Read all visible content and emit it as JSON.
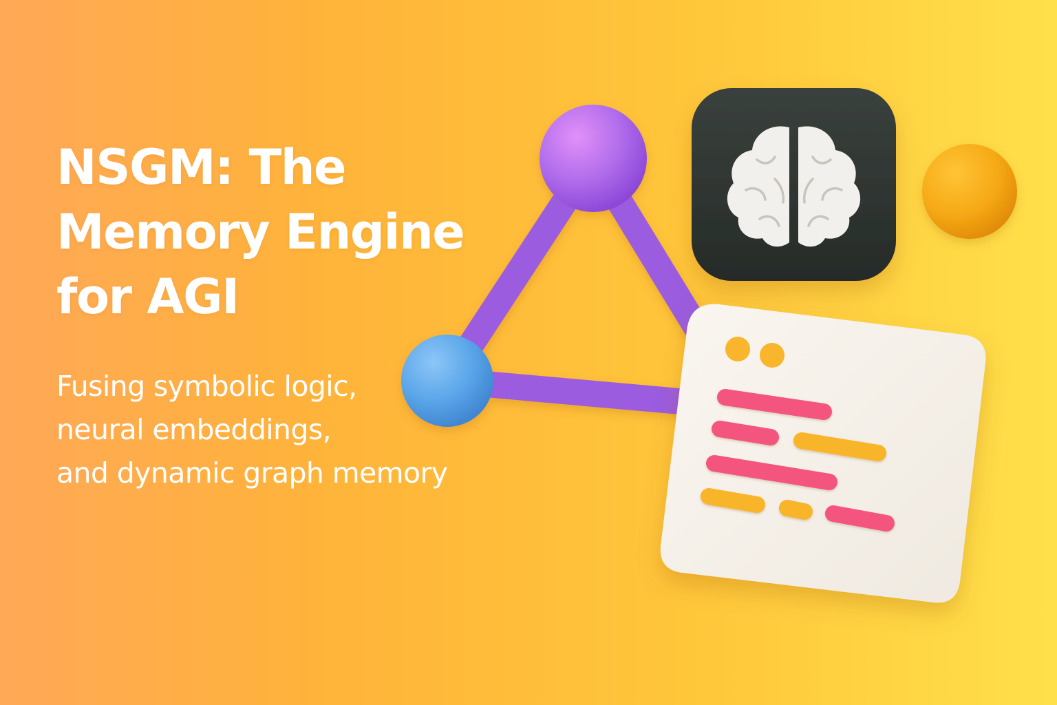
{
  "hero": {
    "title_lines": [
      "NSGM: The",
      "Memory Engine",
      "for AGI"
    ],
    "subtitle_lines": [
      "Fusing symbolic logic,",
      "neural embeddings,",
      "and dynamic graph memory"
    ]
  },
  "colors": {
    "background_start": "#FFA857",
    "background_end": "#FFE04A",
    "graph_edge": "#9B5BE0",
    "node_purple": "#B06CEB",
    "node_blue": "#5BA6EA",
    "node_orange": "#F6A915",
    "brain_tile": "#2F3531",
    "brain": "#F2F0EC",
    "card": "#F4EFE8",
    "code_pink": "#F4547E",
    "code_yellow": "#F9B52B"
  },
  "icons": {
    "graph": "graph-network-icon",
    "brain": "brain-icon",
    "code_window": "code-window-icon",
    "sphere": "sphere-icon"
  }
}
